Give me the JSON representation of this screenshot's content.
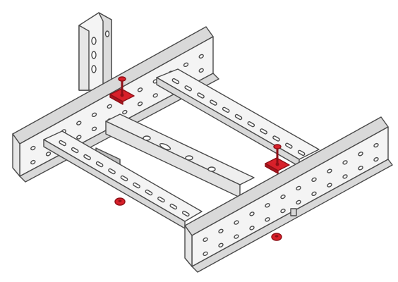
{
  "diagram": {
    "kind": "isometric line drawing",
    "colors": {
      "background": "#ffffff",
      "line": "#4a4a4a",
      "metal": "#f4f4f4",
      "metal_shade": "#d9d9d9",
      "hole": "#ffffff",
      "accent": "#d8202a",
      "accent_dark": "#8e0f16"
    },
    "parts": [
      "vertical-support-post",
      "back-side-rail",
      "front-side-rail",
      "left-rung",
      "right-rung",
      "lower-bracket-plate",
      "red-clamp-plate",
      "red-bolt",
      "red-nut"
    ]
  }
}
